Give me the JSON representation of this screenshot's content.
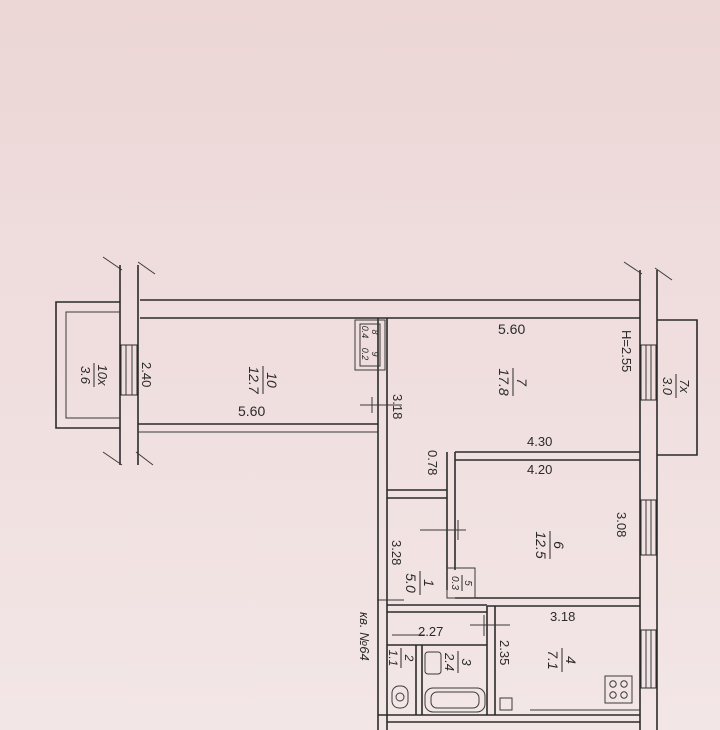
{
  "plan": {
    "apartment_label": "кв. №64",
    "height_label": "H=2.55",
    "rooms": [
      {
        "no": "10",
        "area": "12.7"
      },
      {
        "no": "7",
        "area": "17.8"
      },
      {
        "no": "6",
        "area": "12.5"
      },
      {
        "no": "1",
        "area": "5.0"
      },
      {
        "no": "4",
        "area": "7.1"
      },
      {
        "no": "3",
        "area": "2.4"
      },
      {
        "no": "2",
        "area": "1.1"
      },
      {
        "no": "5",
        "area": "0.3"
      },
      {
        "no": "8",
        "area": "0.4"
      },
      {
        "no": "9",
        "area": "0.2"
      }
    ],
    "balconies": [
      {
        "no": "10х",
        "area": "3.6"
      },
      {
        "no": "7х",
        "area": "3.0"
      }
    ],
    "dimensions": {
      "r7_width": "5.60",
      "r10_width": "5.60",
      "r10_depth": "2.40",
      "r7_depth": "3.18",
      "r6_top_outer": "4.30",
      "r6_top_inner": "4.20",
      "r6_depth": "3.08",
      "corridor_gap": "0.78",
      "hall_length": "3.28",
      "bath_width": "2.27",
      "kitchen_width": "3.18",
      "kitchen_depth": "2.35"
    }
  }
}
